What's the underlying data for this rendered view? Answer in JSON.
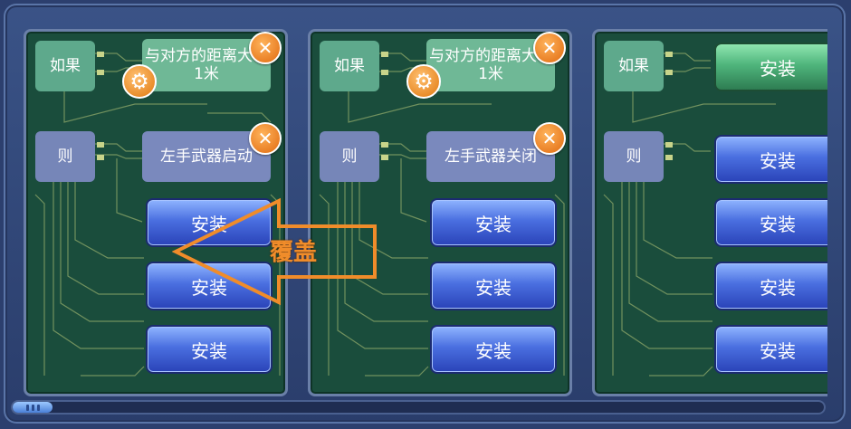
{
  "panels": [
    {
      "if_label": "如果",
      "condition": "与对方的距离大于1米",
      "then_label": "则",
      "action": "左手武器启动",
      "slots": [
        "安装",
        "安装",
        "安装"
      ]
    },
    {
      "if_label": "如果",
      "condition": "与对方的距离大于1米",
      "then_label": "则",
      "action": "左手武器关闭",
      "slots": [
        "安装",
        "安装",
        "安装"
      ]
    },
    {
      "if_label": "如果",
      "condition_slot": "安装",
      "then_label": "则",
      "slots": [
        "安装",
        "安装",
        "安装",
        "安装"
      ]
    }
  ],
  "overlay": {
    "label": "覆盖",
    "color": "#f08c2a"
  },
  "icons": {
    "close": "close-icon",
    "settings": "gear-icon"
  }
}
